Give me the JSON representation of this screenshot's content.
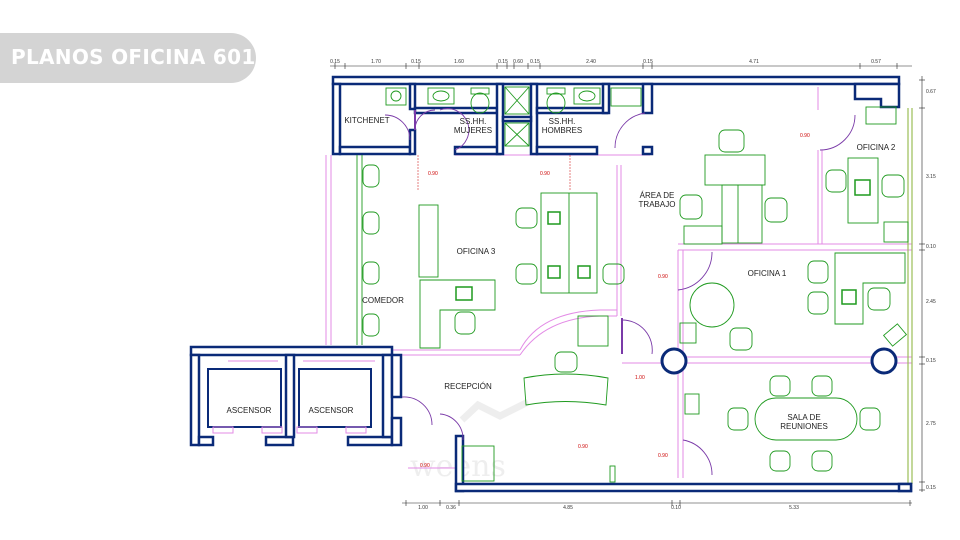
{
  "title": "PLANOS OFICINA 601",
  "colors": {
    "wall": "#0a2a78",
    "wall_fill": "#ffffff",
    "furniture": "#1f9a1f",
    "partition": "#e38be6",
    "door": "#7a3aa8",
    "dim_line": "#222222",
    "dim_text": "#333333",
    "annotation": "#cc0000",
    "wall_green": "#9bbf58",
    "banner": "#d4d4d4"
  },
  "rooms": {
    "kitchenet": "KITCHENET",
    "ss_mujeres": [
      "SS.HH.",
      "MUJERES"
    ],
    "ss_hombres": [
      "SS.HH.",
      "HOMBRES"
    ],
    "oficina_2": "OFICINA 2",
    "area_trabajo": [
      "ÁREA DE",
      "TRABAJO"
    ],
    "oficina_3": "OFICINA 3",
    "oficina_1": "OFICINA 1",
    "comedor": "COMEDOR",
    "recepcion": "RECEPCIÓN",
    "ascensor_1": "ASCENSOR",
    "ascensor_2": "ASCENSOR",
    "sala_reuniones": [
      "SALA DE",
      "REUNIONES"
    ]
  },
  "dimensions": {
    "top": [
      "0.15",
      "1.70",
      "0.15",
      "1.60",
      "0.15",
      "0.60",
      "0.15",
      "2.40",
      "0.15",
      "4.71",
      "0.57"
    ],
    "right": [
      "0.67",
      "3.15",
      "0.10",
      "2.45",
      "0.15",
      "2.75",
      "0.15"
    ],
    "bottom": [
      "1.00",
      "0.36",
      "4.85",
      "0.10",
      "5.33"
    ],
    "door_marks": {
      "d1": "0.90",
      "d2": "0.90",
      "d3": "0.90",
      "d4": "0.90",
      "d5": "1.00",
      "d6": "0.90",
      "d7": "0.90",
      "d8": "0.90"
    }
  },
  "watermark": "weens"
}
